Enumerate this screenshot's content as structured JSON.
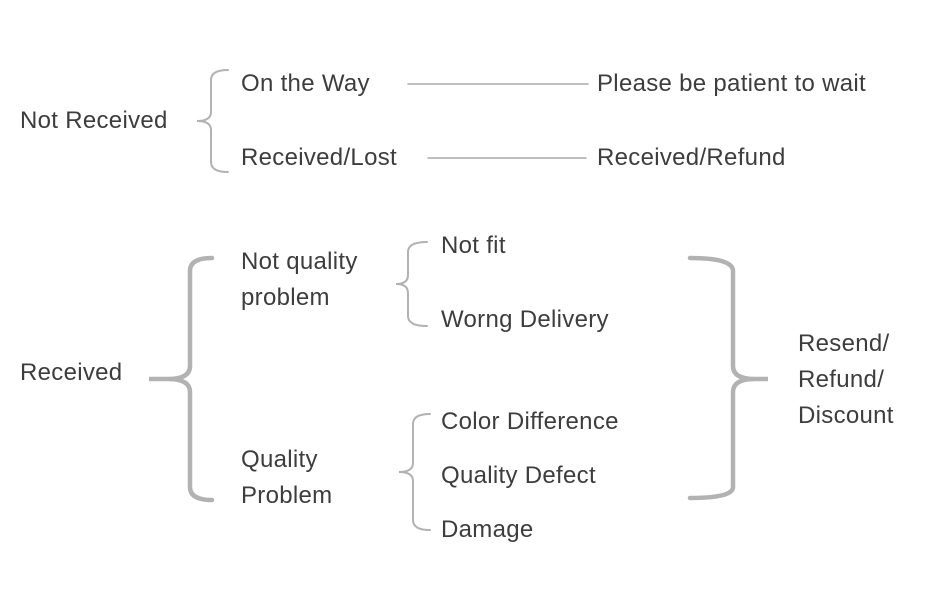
{
  "colors": {
    "background": "#ffffff",
    "text": "#3d3d3d",
    "brace": "#b2b2b2",
    "connector": "#a9a9a9"
  },
  "tree": {
    "not_received": {
      "label": "Not Received",
      "branches": {
        "on_the_way": {
          "label": "On the Way",
          "outcome": "Please be patient to wait"
        },
        "received_lost": {
          "label": "Received/Lost",
          "outcome": "Received/Refund"
        }
      }
    },
    "received": {
      "label": "Received",
      "branches": {
        "not_quality_problem": {
          "label_lines": [
            "Not quality",
            "problem"
          ],
          "items": [
            "Not fit",
            "Worng Delivery"
          ]
        },
        "quality_problem": {
          "label_lines": [
            "Quality",
            "Problem"
          ],
          "items": [
            "Color Difference",
            "Quality Defect",
            "Damage"
          ]
        }
      },
      "outcome_lines": [
        "Resend/",
        "Refund/",
        "Discount"
      ]
    }
  }
}
